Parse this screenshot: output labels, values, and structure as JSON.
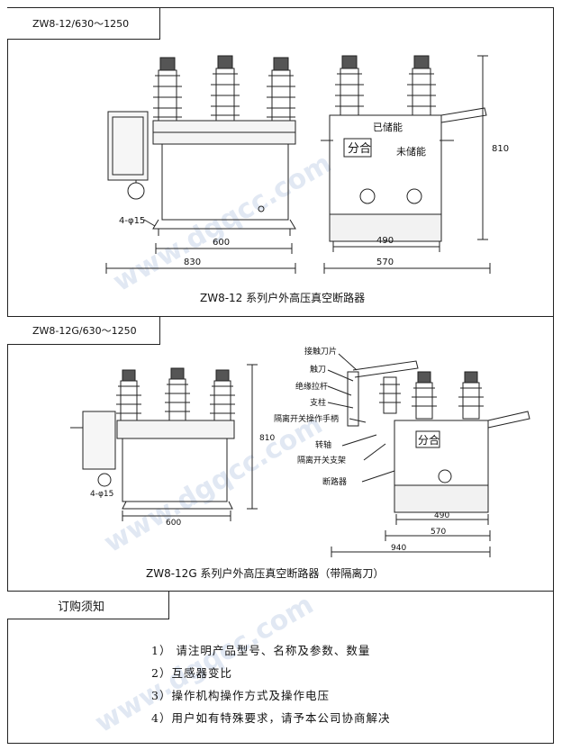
{
  "section1": {
    "tab": "ZW8-12/630～1250",
    "caption": "ZW8-12 系列户外高压真空断路器",
    "front_labels": {
      "hole": "4-φ15",
      "dim_inner": "600",
      "dim_outer": "830"
    },
    "side_labels": {
      "stored": "已储能",
      "not_stored": "未储能",
      "plate": "分合",
      "dim_inner": "490",
      "dim_outer": "570",
      "height": "810"
    }
  },
  "section2": {
    "tab": "ZW8-12G/630～1250",
    "caption": "ZW8-12G 系列户外高压真空断路器（带隔离刀）",
    "front_labels": {
      "hole": "4-φ15",
      "dim": "600",
      "height": "810"
    },
    "side_labels": {
      "parts": [
        "接触刀片",
        "触刀",
        "绝缘拉杆",
        "支柱",
        "隔离开关操作手柄",
        "转轴",
        "隔离开关支架",
        "断路器"
      ],
      "plate": "分合",
      "dim_inner": "490",
      "dim_mid": "570",
      "dim_outer": "940"
    }
  },
  "ordering": {
    "tab": "订购须知",
    "items": [
      "1） 请注明产品型号、名称及参数、数量",
      "2）互感器变比",
      "3）操作机构操作方式及操作电压",
      "4）用户如有特殊要求，请予本公司协商解决"
    ]
  },
  "watermark": "www.dgqcc.com"
}
